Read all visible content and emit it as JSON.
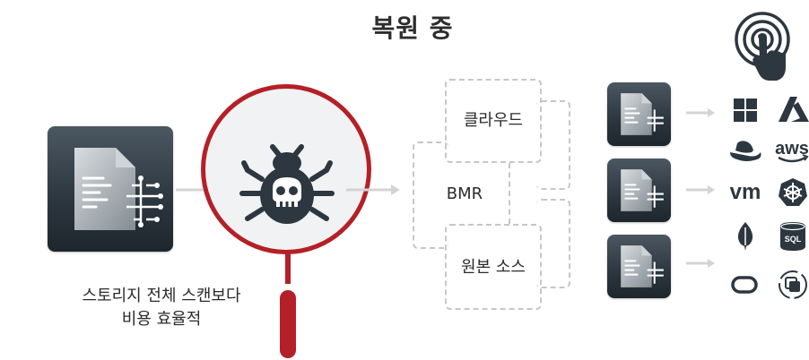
{
  "title": "복원 중",
  "source": {
    "caption_line1": "스토리지 전체 스캔보다",
    "caption_line2": "비용 효율적"
  },
  "middle": {
    "cloud_label": "클라우드",
    "bmr_label": "BMR",
    "original_label": "원본 소스"
  },
  "colors": {
    "accent_red": "#b42027",
    "card_dark": "#2c363f",
    "dash": "#c7c7c7",
    "arrow": "#d4d4d4"
  },
  "targets": {
    "row1": [
      "windows-icon",
      "azure-icon"
    ],
    "row2": [
      "redhat-icon",
      "aws-icon"
    ],
    "row3": [
      "vmware-icon",
      "kubernetes-icon"
    ],
    "row4": [
      "mongodb-icon",
      "sql-icon"
    ],
    "row5": [
      "oracle-icon",
      "copy-icon"
    ],
    "sql_text": "SQL",
    "aws_text": "aws",
    "vm_text": "vm"
  }
}
